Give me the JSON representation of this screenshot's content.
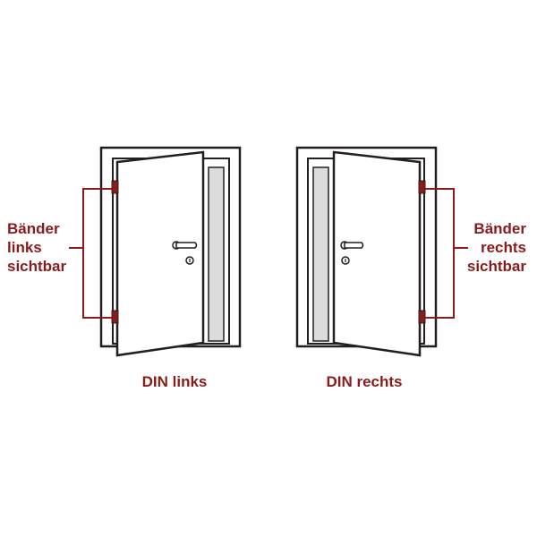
{
  "colors": {
    "outline": "#231f20",
    "accent": "#8b1a1a",
    "hinge": "#8b1a1a",
    "gap": "#dcdcdc",
    "background": "#ffffff"
  },
  "left_door": {
    "caption": "DIN links",
    "hinge_label": [
      "Bänder",
      "links",
      "sichtbar"
    ]
  },
  "right_door": {
    "caption": "DIN rechts",
    "hinge_label": [
      "Bänder",
      "rechts",
      "sichtbar"
    ]
  }
}
